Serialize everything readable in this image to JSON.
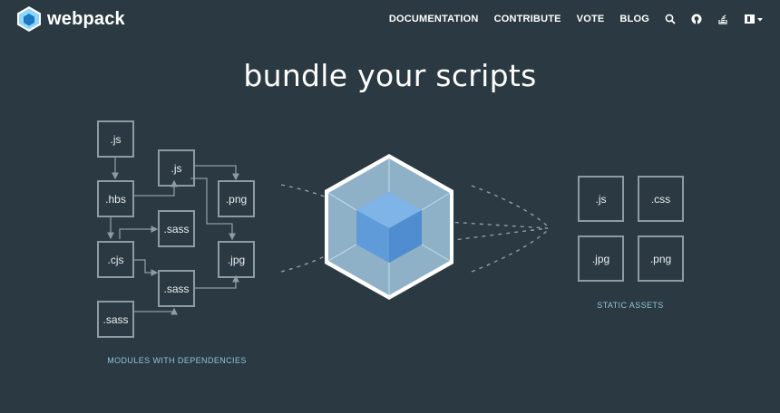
{
  "brand": {
    "name": "webpack",
    "icon": "webpack-cube-icon"
  },
  "nav": {
    "links": [
      "DOCUMENTATION",
      "CONTRIBUTE",
      "VOTE",
      "BLOG"
    ],
    "icons": [
      "search-icon",
      "github-icon",
      "stack-overflow-icon",
      "language-icon"
    ]
  },
  "headline": "bundle your scripts",
  "modules": {
    "js_top": ".js",
    "hbs": ".hbs",
    "js_mid": ".js",
    "png": ".png",
    "sass_top": ".sass",
    "cjs": ".cjs",
    "jpg": ".jpg",
    "sass_mid": ".sass",
    "sass_bottom": ".sass",
    "caption": "MODULES WITH DEPENDENCIES"
  },
  "assets": {
    "js": ".js",
    "css": ".css",
    "jpg": ".jpg",
    "png": ".png",
    "caption": "STATIC ASSETS"
  },
  "colors": {
    "background": "#2b3a42",
    "box_border": "#8d9ba3",
    "caption": "#8fc3d8",
    "cube_outer": "#8ed6fb",
    "cube_inner": "#1c78c0"
  }
}
